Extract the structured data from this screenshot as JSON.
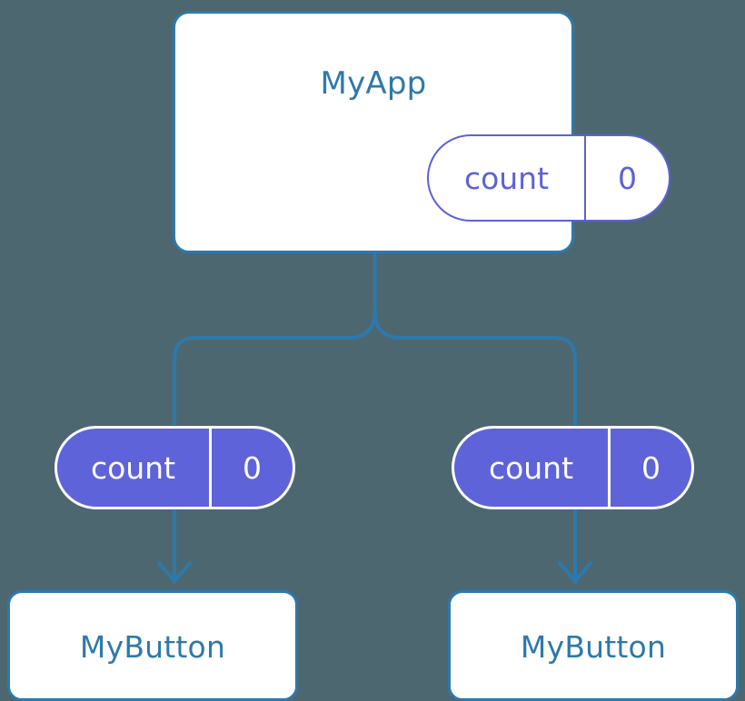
{
  "diagram": {
    "title": "React component state propagation tree",
    "type": "component-tree",
    "colors": {
      "background": "#4d6771",
      "component_stroke": "#2d79ab",
      "component_fill": "#ffffff",
      "component_text": "#2d79ab",
      "state_accent": "#5c62d6",
      "state_filled_fill": "#5f63da",
      "state_filled_text": "#ffffff",
      "connector": "#2d79ab"
    }
  },
  "root": {
    "name": "app-component",
    "label": "MyApp",
    "state": {
      "key": "count",
      "value": "0",
      "style": "outline"
    }
  },
  "branches": [
    {
      "name": "left-branch",
      "state": {
        "key": "count",
        "value": "0",
        "style": "filled"
      },
      "child": {
        "name": "button-component-left",
        "label": "MyButton"
      }
    },
    {
      "name": "right-branch",
      "state": {
        "key": "count",
        "value": "0",
        "style": "filled"
      },
      "child": {
        "name": "button-component-right",
        "label": "MyButton"
      }
    }
  ],
  "connectors": {
    "trunk": "vertical-line-from-root",
    "split": "t-branch-with-rounded-corners",
    "leaf_arrows": "downward-arrow-to-child"
  }
}
